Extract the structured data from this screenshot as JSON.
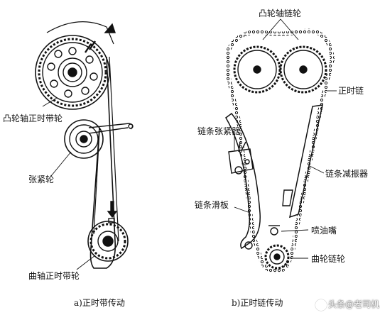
{
  "diagram_a": {
    "labels": {
      "cam_pulley": "凸轮轴正时带轮",
      "tensioner": "张紧轮",
      "crank_pulley": "曲轴正时带轮"
    },
    "caption": "a)正时带传动"
  },
  "diagram_b": {
    "labels": {
      "cam_sprockets": "凸轮轴链轮",
      "timing_chain": "正时链",
      "chain_tensioner": "链条张紧器",
      "chain_damper": "链条减振器",
      "chain_slide": "链条滑板",
      "oil_nozzle": "喷油嘴",
      "crank_sprocket": "曲轮链轮"
    },
    "caption": "b)正时链传动"
  },
  "watermark": {
    "text": "头条@老司机"
  }
}
